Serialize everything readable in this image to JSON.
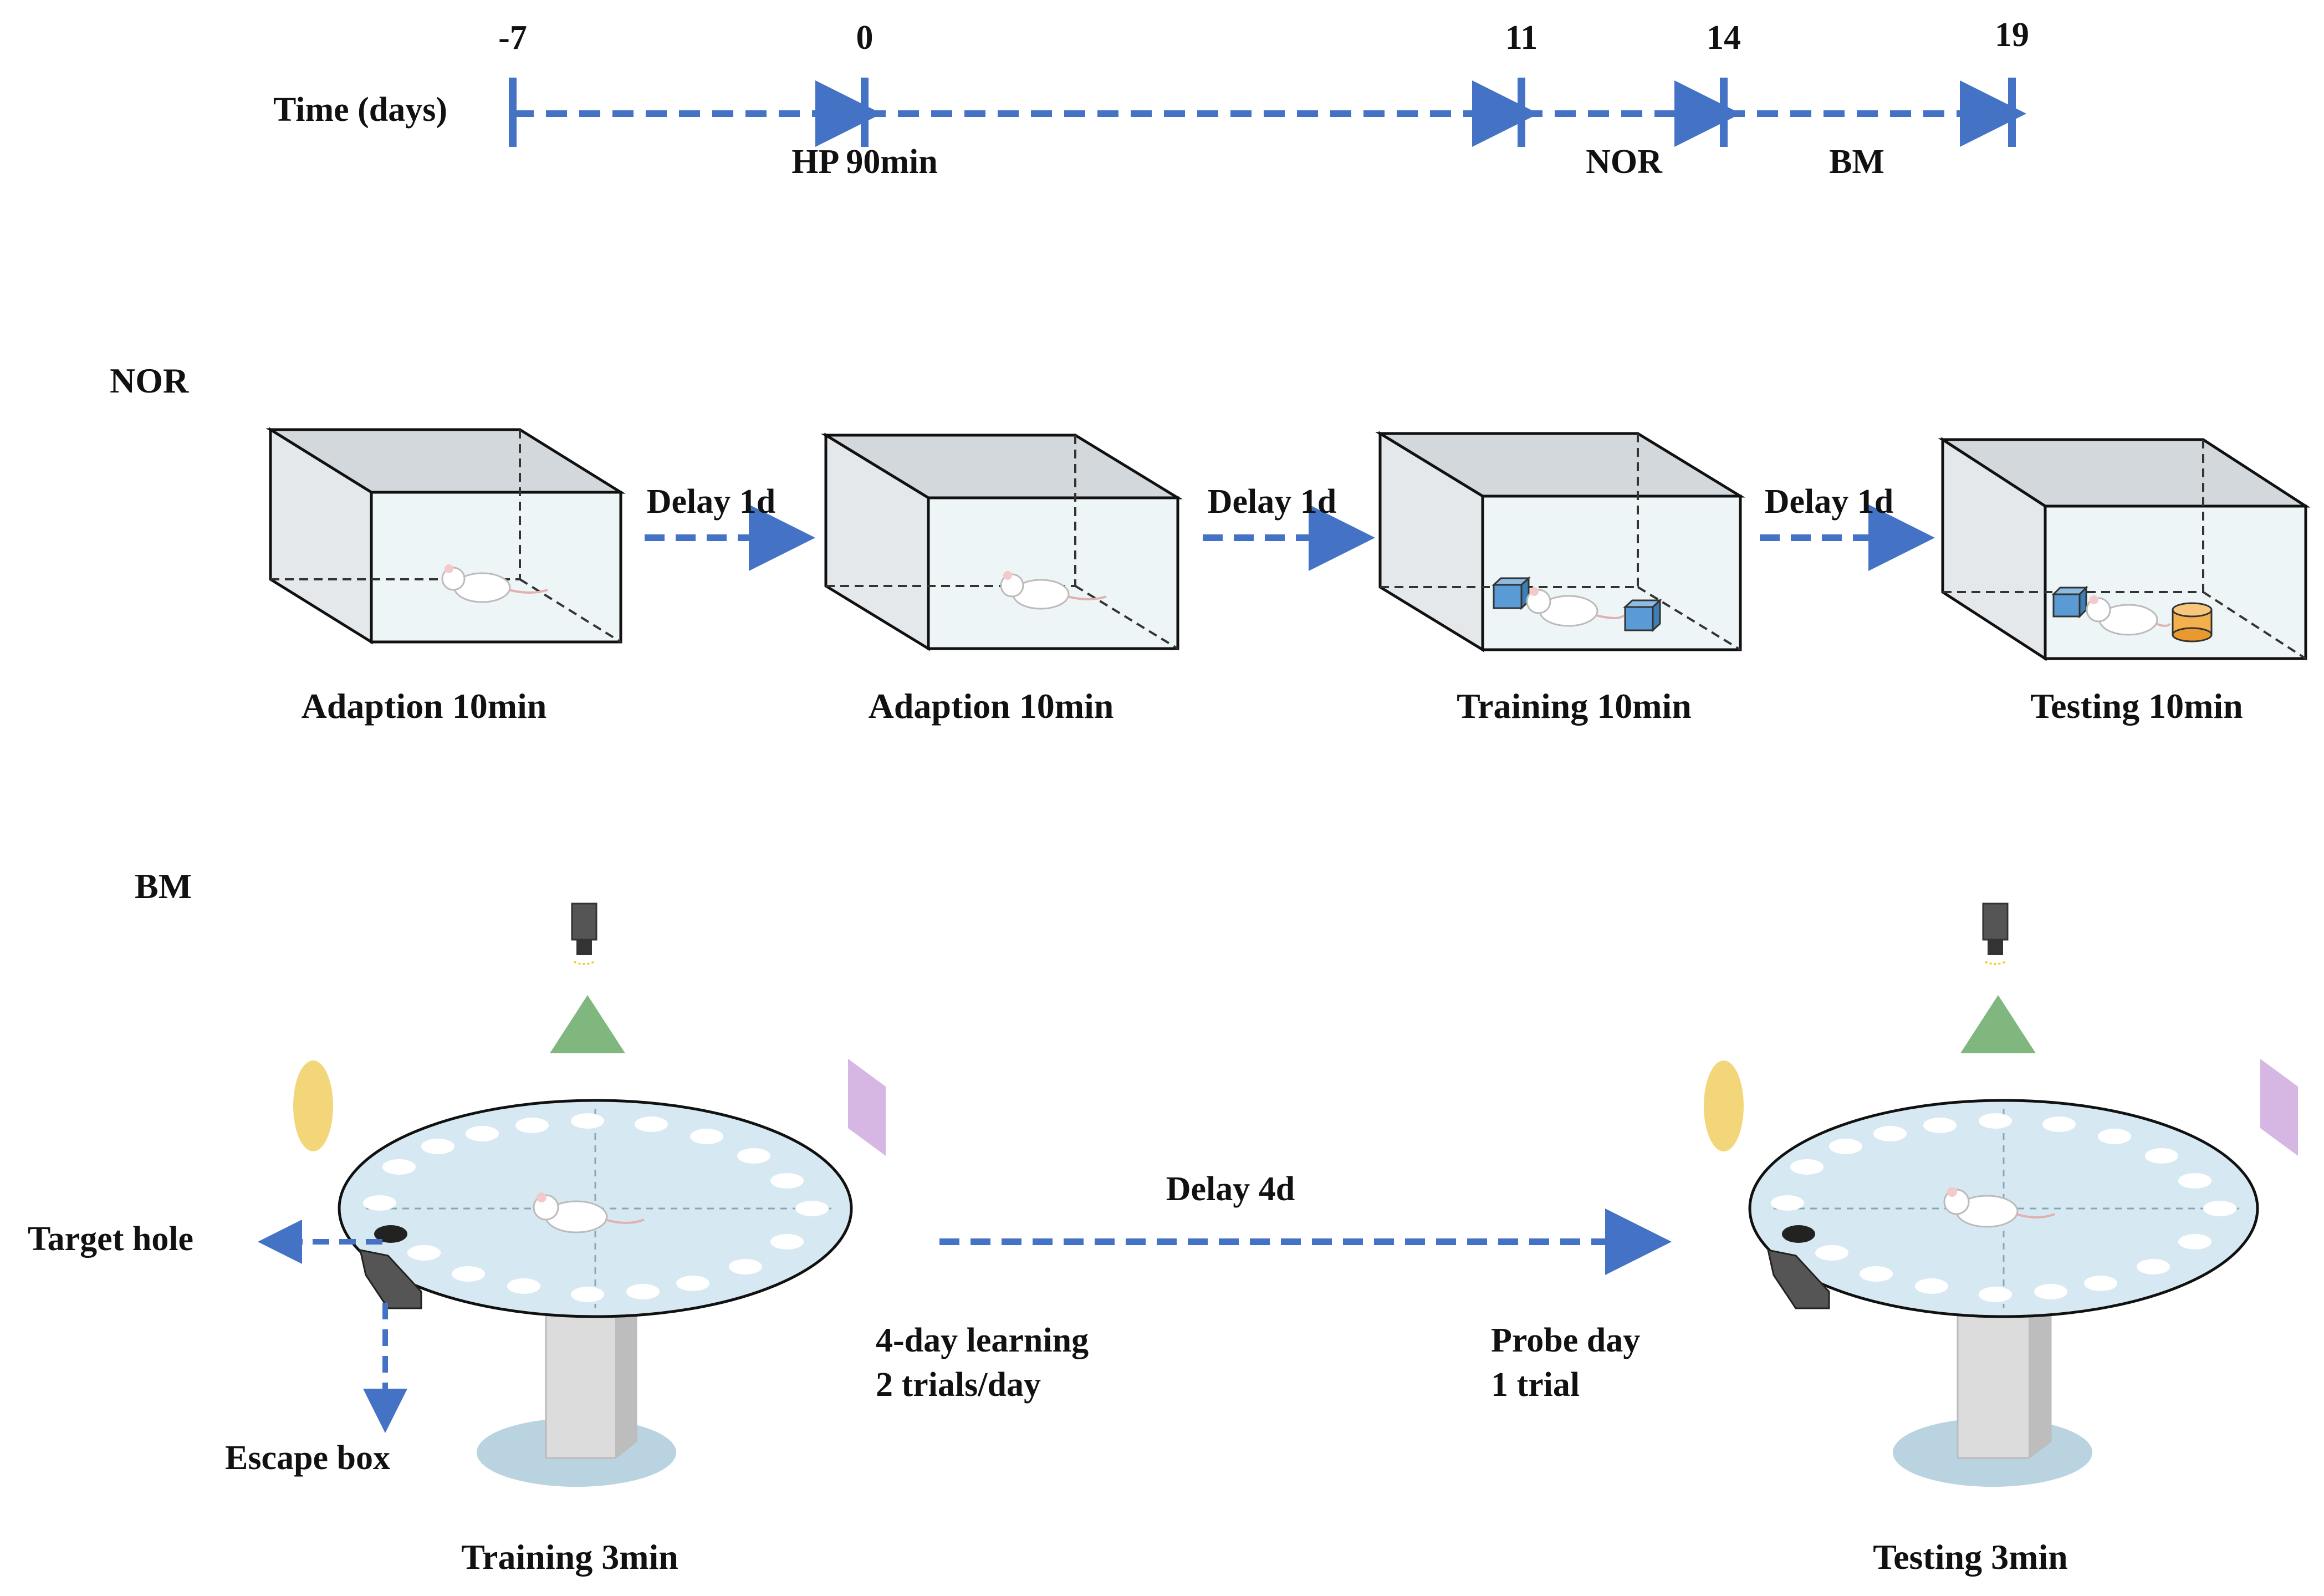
{
  "timeline": {
    "axis_label": "Time (days)",
    "ticks": [
      "-7",
      "0",
      "11",
      "14",
      "19"
    ],
    "phases": [
      "HP 90min",
      "NOR",
      "BM"
    ]
  },
  "nor": {
    "section_label": "NOR",
    "delay_label": "Delay 1d",
    "stages": [
      "Adaption 10min",
      "Adaption 10min",
      "Training 10min",
      "Testing 10min"
    ]
  },
  "bm": {
    "section_label": "BM",
    "target_hole_label": "Target hole",
    "escape_box_label": "Escape box",
    "delay_label": "Delay 4d",
    "learning_line1": "4-day learning",
    "learning_line2": "2 trials/day",
    "probe_line1": "Probe day",
    "probe_line2": "1 trial",
    "training_label": "Training 3min",
    "testing_label": "Testing 3min"
  },
  "colors": {
    "arrow": "#4472C4",
    "box_back": "#DEE2E6",
    "box_front": "#EBF3F6",
    "cube": "#5B9BD5",
    "cylinder": "#F5B04E",
    "platform": "#D6E9F2",
    "stand": "#DCDCDC",
    "base": "#B9D3E0",
    "cue_oval": "#F4D67A",
    "cue_triangle": "#7FB77E",
    "cue_square": "#D6B7E3"
  }
}
